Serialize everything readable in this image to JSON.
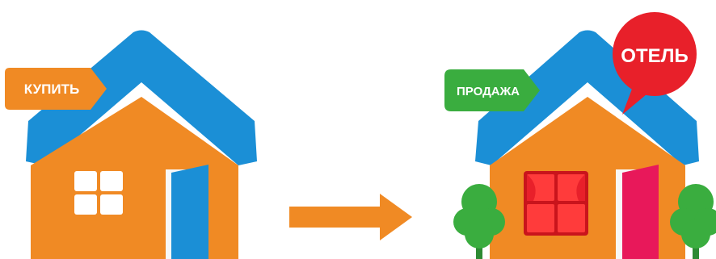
{
  "labels": {
    "buy": "КУПИТЬ",
    "sale": "ПРОДАЖА",
    "hotel": "ОТЕЛЬ"
  },
  "colors": {
    "roof": "#1b8fd6",
    "wall": "#f08a24",
    "buy_tag": "#f08a24",
    "sale_tag": "#3aad3f",
    "hotel_bubble": "#e8202a",
    "door_left": "#1b8fd6",
    "door_right": "#e8185a",
    "window_left": "#ffffff",
    "window_right": "#e8202a",
    "tree": "#3aad3f",
    "arrow": "#f08a24"
  },
  "icons": {
    "left_house": "house-icon",
    "right_house": "hotel-house-icon",
    "arrow": "arrow-right-icon",
    "trees": "tree-icon"
  }
}
